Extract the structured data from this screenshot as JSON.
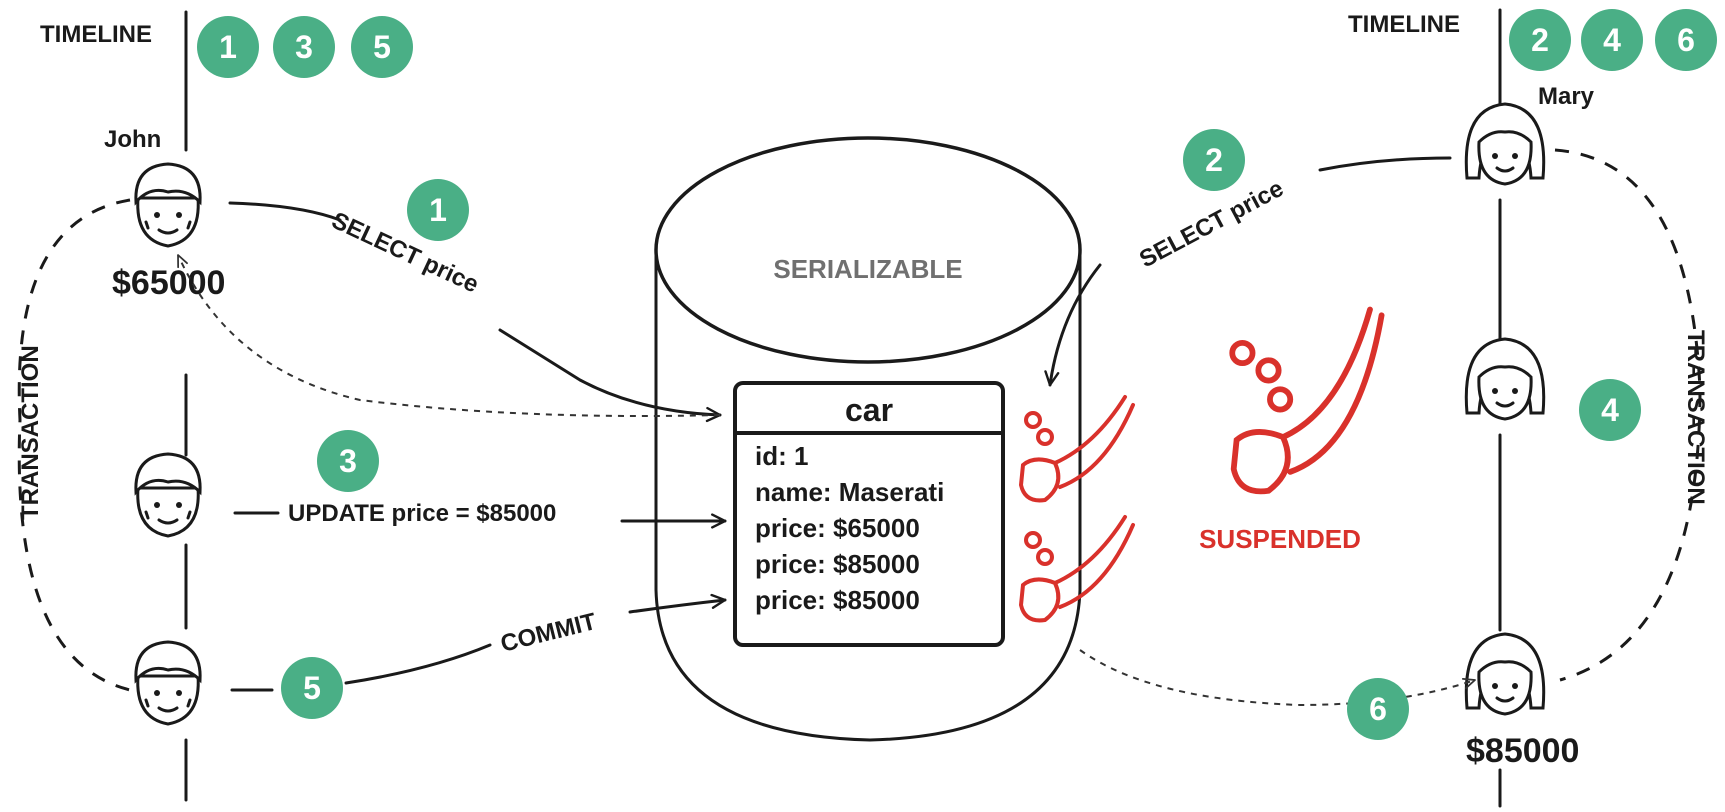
{
  "colors": {
    "badge": "#4aaf86",
    "suspended": "#d9312b",
    "ink": "#1a1a1a",
    "serializable_text": "#707070"
  },
  "left": {
    "timeline_label": "TIMELINE",
    "timeline_steps": [
      "1",
      "3",
      "5"
    ],
    "actor": "John",
    "read_value": "$65000",
    "transaction_label": "TRANSACTION"
  },
  "right": {
    "timeline_label": "TIMELINE",
    "timeline_steps": [
      "2",
      "4",
      "6"
    ],
    "actor": "Mary",
    "read_value": "$85000",
    "transaction_label": "TRANSACTION"
  },
  "steps": {
    "s1": {
      "badge": "1",
      "label": "SELECT price"
    },
    "s2": {
      "badge": "2",
      "label": "SELECT price"
    },
    "s3": {
      "badge": "3",
      "label": "UPDATE price = $85000"
    },
    "s4": {
      "badge": "4"
    },
    "s5": {
      "badge": "5",
      "label": "COMMIT"
    },
    "s6": {
      "badge": "6"
    }
  },
  "database": {
    "isolation": "SERIALIZABLE",
    "table": {
      "name": "car",
      "rows": [
        "id: 1",
        "name: Maserati",
        "price: $65000",
        "price: $85000",
        "price: $85000"
      ]
    },
    "status": "SUSPENDED",
    "icons": [
      "pipe-icon",
      "pipe-icon",
      "pipe-icon"
    ]
  }
}
